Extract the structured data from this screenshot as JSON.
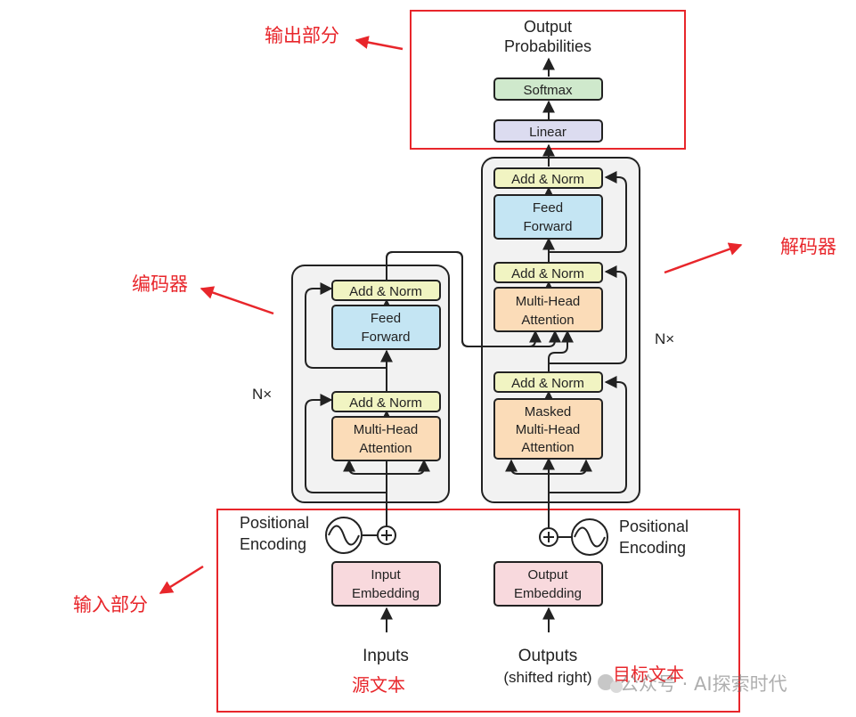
{
  "output": {
    "title_line1": "Output",
    "title_line2": "Probabilities",
    "softmax": "Softmax",
    "linear": "Linear"
  },
  "encoder": {
    "add_norm_top": "Add & Norm",
    "feed_forward_line1": "Feed",
    "feed_forward_line2": "Forward",
    "add_norm_bottom": "Add & Norm",
    "mha_line1": "Multi-Head",
    "mha_line2": "Attention",
    "nx": "N×"
  },
  "decoder": {
    "add_norm_top": "Add & Norm",
    "feed_forward_line1": "Feed",
    "feed_forward_line2": "Forward",
    "add_norm_mid": "Add & Norm",
    "mha_line1": "Multi-Head",
    "mha_line2": "Attention",
    "add_norm_bottom": "Add & Norm",
    "masked_line1": "Masked",
    "masked_line2": "Multi-Head",
    "masked_line3": "Attention",
    "nx": "N×"
  },
  "inputs": {
    "pos_enc_left_line1": "Positional",
    "pos_enc_left_line2": "Encoding",
    "pos_enc_right_line1": "Positional",
    "pos_enc_right_line2": "Encoding",
    "input_embed_line1": "Input",
    "input_embed_line2": "Embedding",
    "output_embed_line1": "Output",
    "output_embed_line2": "Embedding",
    "inputs_label": "Inputs",
    "outputs_label_line1": "Outputs",
    "outputs_label_line2": "(shifted right)"
  },
  "annotations": {
    "output_part": "输出部分",
    "encoder": "编码器",
    "decoder": "解码器",
    "input_part": "输入部分",
    "source_text": "源文本",
    "target_text": "目标文本",
    "watermark": "公众号 · AI探索时代"
  },
  "colors": {
    "annotation_red": "#e8262b",
    "add_norm_fill": "#f1f4c2",
    "feed_forward_fill": "#c4e5f3",
    "attention_fill": "#fbdcb8",
    "embedding_fill": "#f8d9dd",
    "softmax_fill": "#cfe9cc",
    "linear_fill": "#dcdcf0",
    "block_bg": "#f2f2f2"
  }
}
